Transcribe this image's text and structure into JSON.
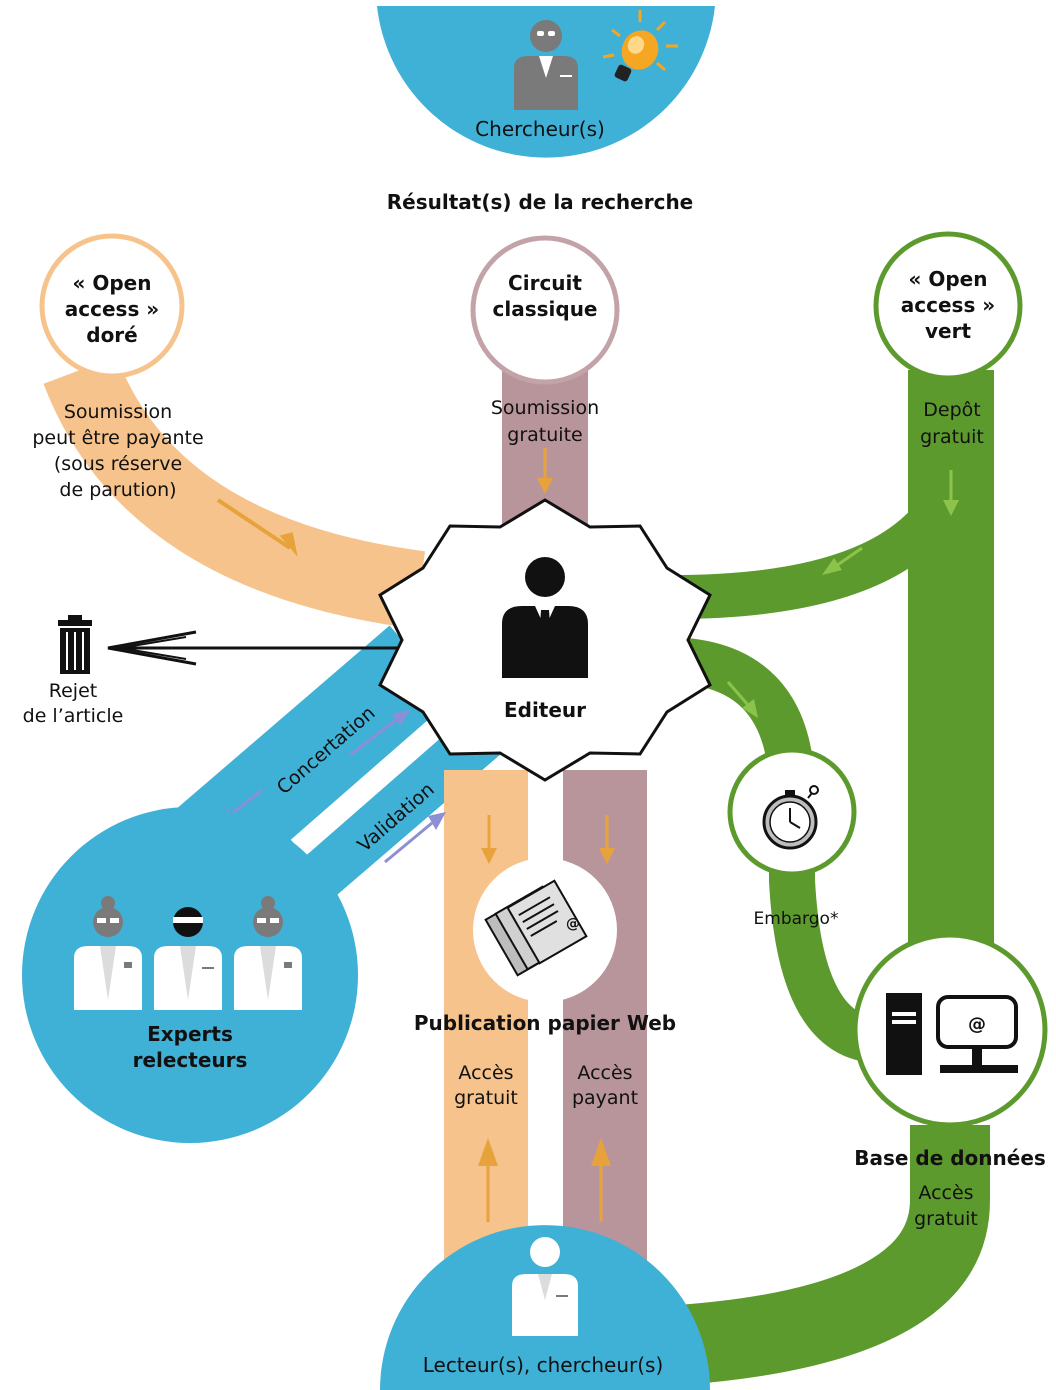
{
  "colors": {
    "orange": "#f7c38c",
    "orange_arrow": "#e8a23c",
    "mauve": "#b8959a",
    "mauve_ring": "#c4a3a8",
    "green": "#5d9a2d",
    "green_light": "#8cc34a",
    "blue": "#3fb0d6",
    "blue_arrow": "#8c8fd6"
  },
  "researchers": {
    "label": "Chercheur(s)",
    "icons": [
      "researcher-icon",
      "lightbulb-icon"
    ]
  },
  "research_results": "Résultat(s) de la recherche",
  "routes": {
    "gold": {
      "line1": "« Open",
      "line2": "access »",
      "line3": "doré",
      "note": [
        "Soumission",
        "peut être payante",
        "(sous réserve",
        "de parution)"
      ]
    },
    "classic": {
      "line1": "Circuit",
      "line2": "classique",
      "note": [
        "Soumission",
        "gratuite"
      ]
    },
    "green": {
      "line1": "« Open",
      "line2": "access »",
      "line3": "vert",
      "note": [
        "Depôt",
        "gratuit"
      ]
    }
  },
  "publisher": {
    "label": "Editeur",
    "icon": "publisher-icon"
  },
  "rejection": {
    "label_line1": "Rejet",
    "label_line2": "de l’article",
    "icon": "trash-icon"
  },
  "review": {
    "concertation": "Concertation",
    "validation": "Validation",
    "experts_line1": "Experts",
    "experts_line2": "relecteurs",
    "icons": [
      "expert-icon",
      "expert-icon",
      "expert-icon"
    ]
  },
  "publication": {
    "label": "Publication papier Web",
    "icon": "documents-icon",
    "free_access": [
      "Accès",
      "gratuit"
    ],
    "paid_access": [
      "Accès",
      "payant"
    ]
  },
  "embargo": {
    "label": "Embargo*",
    "icon": "stopwatch-icon"
  },
  "database": {
    "label": "Base de données",
    "access": [
      "Accès",
      "gratuit"
    ],
    "icons": [
      "server-icon",
      "monitor-icon"
    ]
  },
  "readers": {
    "label": "Lecteur(s), chercheur(s)",
    "icon": "reader-icon"
  }
}
